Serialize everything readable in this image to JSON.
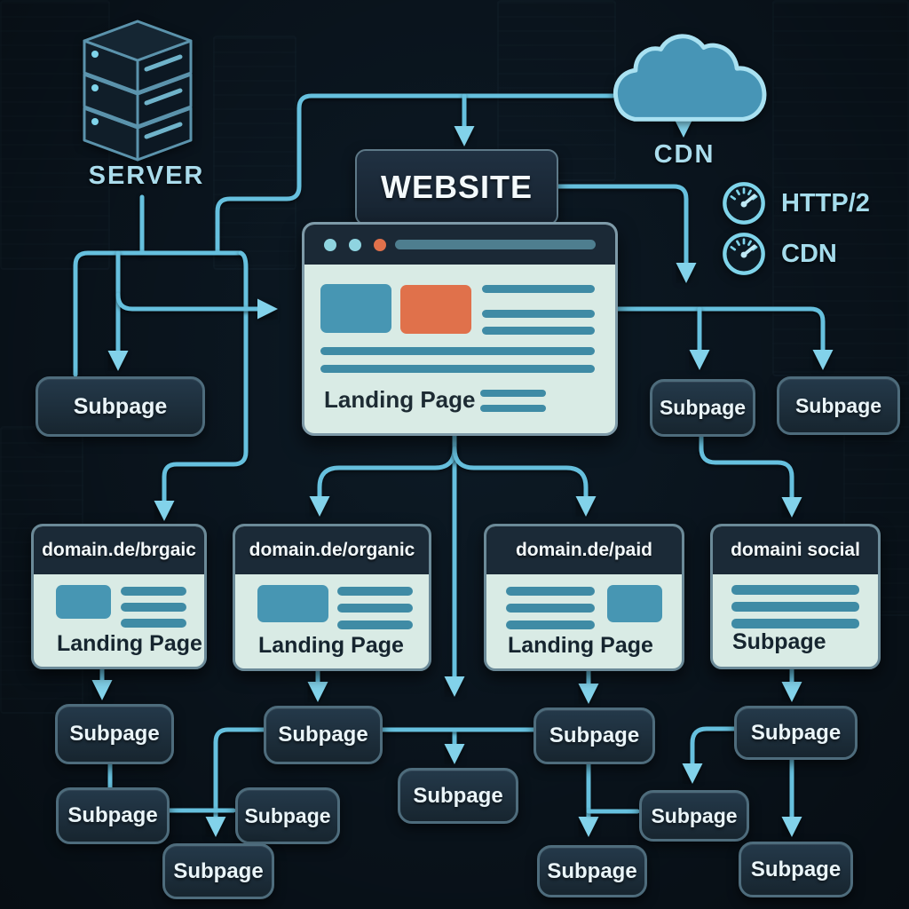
{
  "nodes": {
    "server": {
      "label": "SERVER"
    },
    "cdn_cloud": {
      "label": "CDN"
    },
    "website": {
      "label": "WEBSITE"
    },
    "browser": {
      "page_label": "Landing Page"
    },
    "performance_badges": [
      {
        "icon": "speedometer-icon",
        "label": "HTTP/2"
      },
      {
        "icon": "speedometer-icon",
        "label": "CDN"
      }
    ],
    "cards": [
      {
        "url": "domain.de/brgaic",
        "page_label": "Landing Page"
      },
      {
        "url": "domain.de/organic",
        "page_label": "Landing Page"
      },
      {
        "url": "domain.de/paid",
        "page_label": "Landing Page"
      },
      {
        "url": "domaini social",
        "page_label": "Subpage"
      }
    ],
    "subpages": [
      {
        "position": "top-left",
        "label": "Subpage"
      },
      {
        "position": "top-right-1",
        "label": "Subpage"
      },
      {
        "position": "top-right-2",
        "label": "Subpage"
      },
      {
        "position": "under-card-1",
        "label": "Subpage"
      },
      {
        "position": "under-card-2",
        "label": "Subpage"
      },
      {
        "position": "under-card-3",
        "label": "Subpage"
      },
      {
        "position": "under-card-4",
        "label": "Subpage"
      },
      {
        "position": "left-row2-a",
        "label": "Subpage"
      },
      {
        "position": "left-row2-b",
        "label": "Subpage"
      },
      {
        "position": "center-mid",
        "label": "Subpage"
      },
      {
        "position": "right-row2",
        "label": "Subpage"
      },
      {
        "position": "bottom-left",
        "label": "Subpage"
      },
      {
        "position": "bottom-center",
        "label": "Subpage"
      },
      {
        "position": "bottom-right",
        "label": "Subpage"
      }
    ]
  },
  "colors": {
    "background": "#0a141d",
    "connector": "#66c0de",
    "arrowhead": "#82d2ea",
    "node_fill": "#1a2934",
    "node_border": "#4e6c7c",
    "node_text": "#eaf5f9",
    "accent_light_blue": "#a5dcec",
    "browser_content": "#d9ebe5",
    "content_block_teal": "#4796b3",
    "content_block_orange": "#e0714b",
    "content_line_teal": "#3f8ba5",
    "cloud_fill": "#4795b6"
  }
}
